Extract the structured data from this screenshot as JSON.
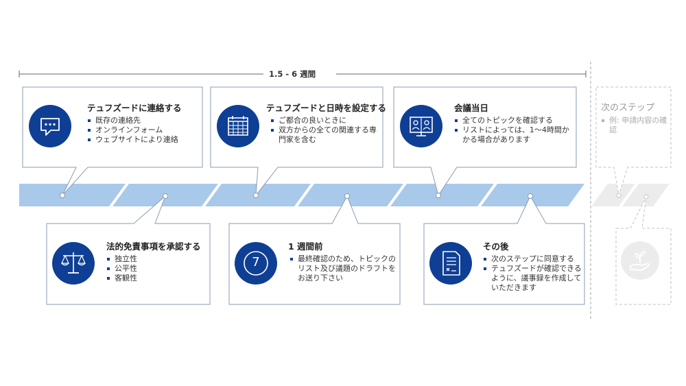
{
  "header": {
    "duration": "1.5 - 6 週間"
  },
  "steps_top": [
    {
      "title": "テュフズードに連絡する",
      "bullets": [
        "既存の連絡先",
        "オンラインフォーム",
        "ウェブサイトにより連絡"
      ],
      "icon": "chat-icon"
    },
    {
      "title": "テュフズードと日時を設定する",
      "bullets": [
        "ご都合の良いときに",
        "双方からの全ての関連する専門家を含む"
      ],
      "icon": "calendar-icon"
    },
    {
      "title": "会議当日",
      "bullets": [
        "全てのトピックを確認する",
        "リストによっては、1〜4時間かかる場合があります"
      ],
      "icon": "video-meeting-icon"
    }
  ],
  "steps_bottom": [
    {
      "title": "法的免責事項を承認する",
      "bullets": [
        "独立性",
        "公平性",
        "客観性"
      ],
      "icon": "scales-icon"
    },
    {
      "title": "1 週間前",
      "bullets": [
        "最終確認のため、トピックのリスト及び議題のドラフトをお送り下さい"
      ],
      "icon": "seven-day-icon",
      "icon_text": "7"
    },
    {
      "title": "その後",
      "bullets": [
        "次のステップに同意する",
        "テュフズードが確認できるように、議事録を作成していただきます"
      ],
      "icon": "document-icon"
    }
  ],
  "next_step": {
    "title": "次のステップ",
    "bullets": [
      "例: 申請内容の確認"
    ],
    "icon": "hand-plant-icon"
  },
  "colors": {
    "accent": "#0f3f94",
    "timeline": "#a9c9ea",
    "border": "#8a9bb0",
    "faded": "#bbbbbb"
  }
}
